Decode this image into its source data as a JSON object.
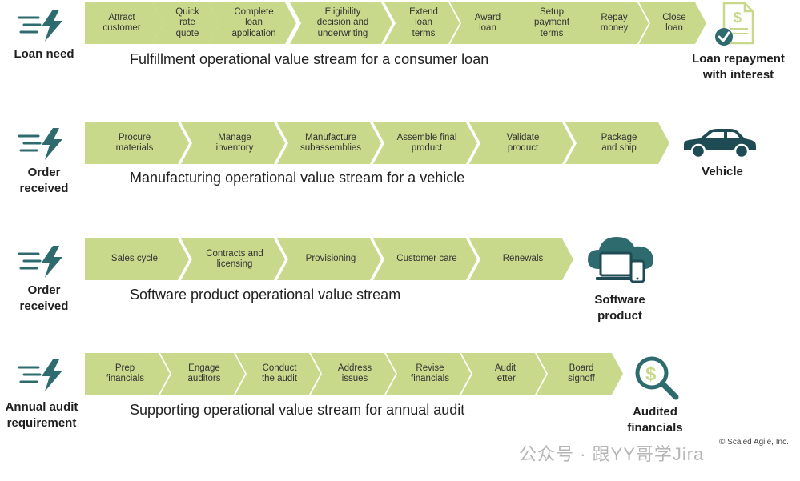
{
  "colors": {
    "chevron": "#c8d98c",
    "teal": "#2e6b6e",
    "text": "#333333"
  },
  "streams": [
    {
      "trigger": "Loan need",
      "trigger_icon": "lightning-icon",
      "caption": "Fulfillment operational value stream for a consumer loan",
      "steps": [
        "Attract\ncustomer",
        "Quick\nrate\nquote",
        "Complete\nloan\napplication",
        "Eligibility\ndecision and\nunderwriting",
        "Extend\nloan\nterms",
        "Award\nloan",
        "Setup\npayment\nterms",
        "Repay\nmoney",
        "Close\nloan"
      ],
      "outcome": "Loan repayment\nwith interest",
      "outcome_icon": "document-check-icon"
    },
    {
      "trigger": "Order\nreceived",
      "trigger_icon": "lightning-icon",
      "caption": "Manufacturing operational value stream for a vehicle",
      "steps": [
        "Procure\nmaterials",
        "Manage\ninventory",
        "Manufacture\nsubassemblies",
        "Assemble final\nproduct",
        "Validate\nproduct",
        "Package\nand ship"
      ],
      "outcome": "Vehicle",
      "outcome_icon": "car-icon"
    },
    {
      "trigger": "Order\nreceived",
      "trigger_icon": "lightning-icon",
      "caption": "Software product operational value stream",
      "steps": [
        "Sales cycle",
        "Contracts and\nlicensing",
        "Provisioning",
        "Customer care",
        "Renewals"
      ],
      "outcome": "Software\nproduct",
      "outcome_icon": "cloud-devices-icon"
    },
    {
      "trigger": "Annual audit\nrequirement",
      "trigger_icon": "lightning-icon",
      "caption": "Supporting operational value stream for annual audit",
      "steps": [
        "Prep\nfinancials",
        "Engage\nauditors",
        "Conduct\nthe audit",
        "Address\nissues",
        "Revise\nfinancials",
        "Audit\nletter",
        "Board\nsignoff"
      ],
      "outcome": "Audited\nfinancials",
      "outcome_icon": "magnifier-dollar-icon"
    }
  ],
  "copyright": "© Scaled Agile, Inc.",
  "watermark": "公众号 · 跟YY哥学Jira"
}
